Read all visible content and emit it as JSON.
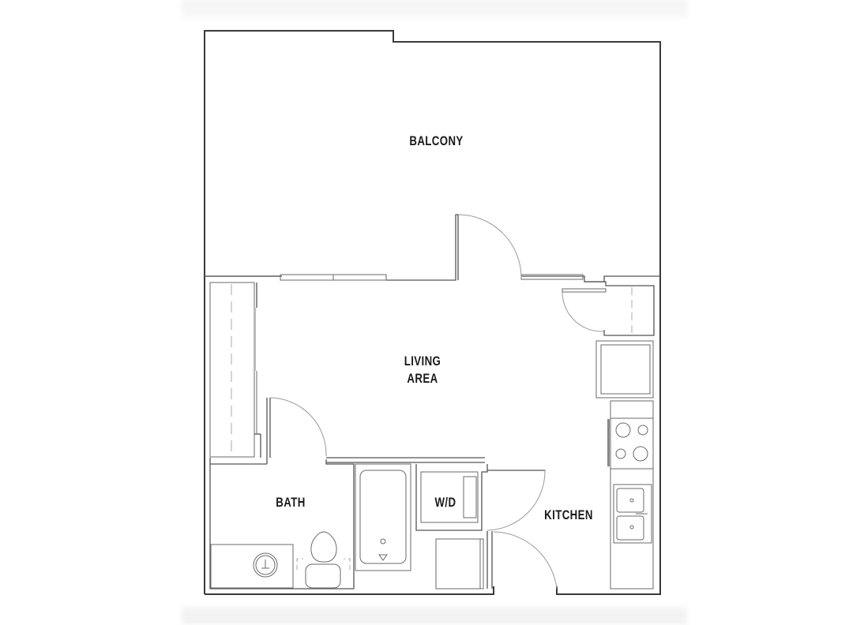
{
  "floorplan": {
    "rooms": [
      {
        "id": "balcony",
        "label": "BALCONY"
      },
      {
        "id": "living",
        "label_line1": "LIVING",
        "label_line2": "AREA"
      },
      {
        "id": "bath",
        "label": "BATH"
      },
      {
        "id": "laundry",
        "label": "W/D"
      },
      {
        "id": "kitchen",
        "label": "KITCHEN"
      }
    ],
    "fixtures": [
      "closet",
      "door-swing",
      "sliding-door",
      "bathtub",
      "toilet",
      "sink",
      "washer-dryer",
      "range",
      "double-sink",
      "refrigerator",
      "pantry"
    ],
    "colors": {
      "wall": "#3a3a3a",
      "line": "#6a6a6a",
      "text": "#1a1a1a",
      "background": "#ffffff"
    }
  }
}
